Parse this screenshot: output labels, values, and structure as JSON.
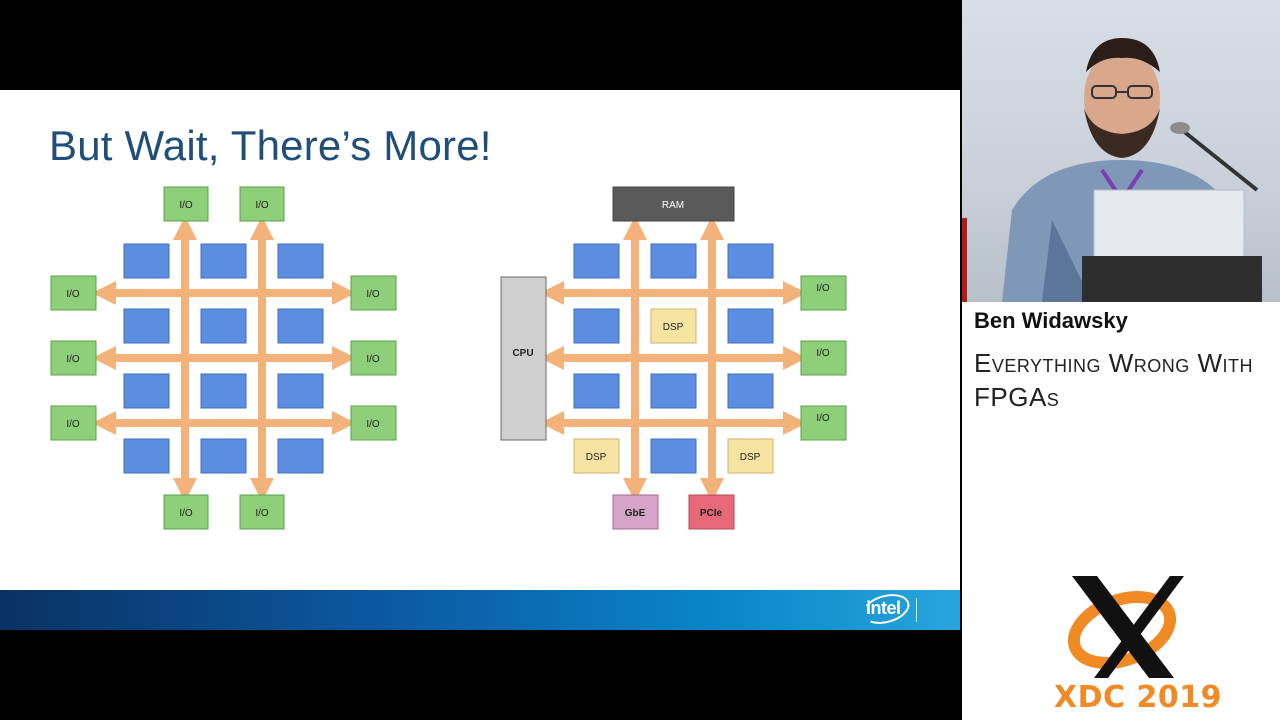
{
  "slide": {
    "title": "But Wait, There’s More!",
    "footer_logo": "intel"
  },
  "left_diagram": {
    "io_label": "I/O"
  },
  "right_diagram": {
    "ram_label": "RAM",
    "cpu_label": "CPU",
    "io_label": "I/O",
    "dsp_label": "DSP",
    "gbe_label": "GbE",
    "pcie_label": "PCIe"
  },
  "colors": {
    "title": "#1f4e79",
    "block_blue": "#5b8ee0",
    "io_green": "#8ecf7a",
    "arrow_orange": "#f2b27a",
    "dsp_yellow": "#f6e3a1",
    "cpu_gray": "#cfcfcf",
    "ram_dark": "#5a5a5a",
    "gbe_mauve": "#d6a4c8",
    "pcie_red": "#e86a7a",
    "accent_red": "#b31b1b",
    "xdc_orange": "#f08a24"
  },
  "speaker": {
    "name": "Ben Widawsky",
    "talk_title": "Everything Wrong With FPGAs"
  },
  "event": {
    "logo_letter": "X",
    "name": "XDC 2019"
  }
}
